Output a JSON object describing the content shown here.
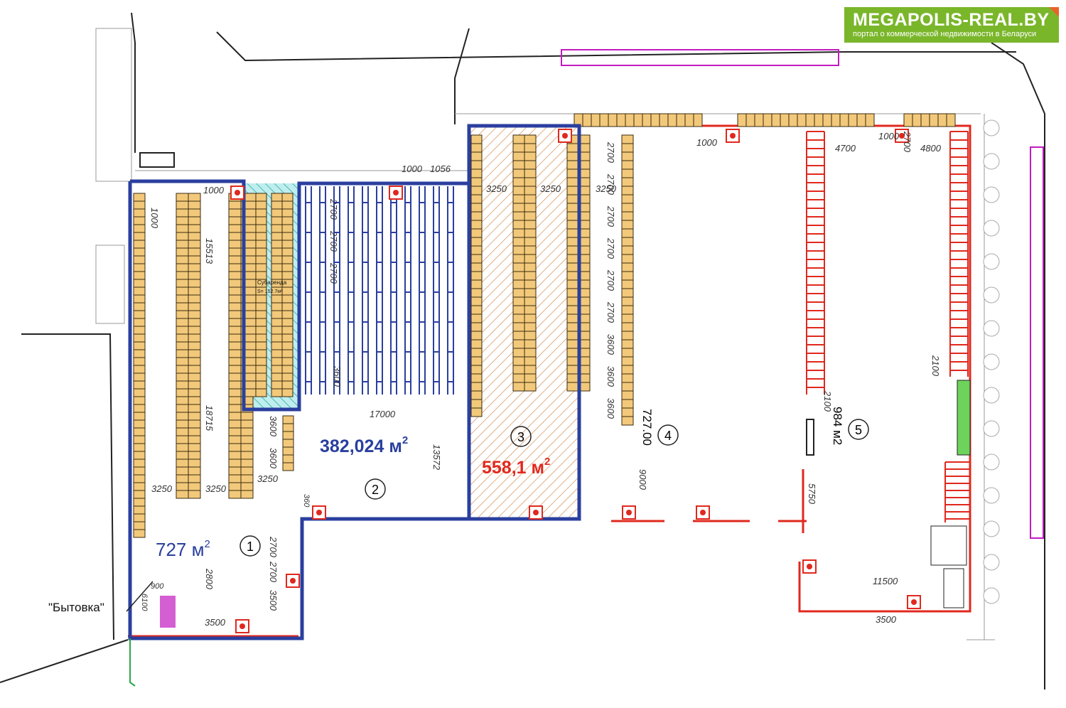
{
  "brand": {
    "title": "MEGAPOLIS-REAL.BY",
    "subtitle": "портал о коммерческой недвижимости в Беларуси",
    "color": "#7ab62a"
  },
  "zones": [
    {
      "number": "1",
      "area": "727 м",
      "sup": "2"
    },
    {
      "number": "2",
      "area": "382,024 м",
      "sup": "2"
    },
    {
      "number": "3",
      "area": "558,1 м",
      "sup": "2"
    },
    {
      "number": "4",
      "area": "727.00"
    },
    {
      "number": "5",
      "area": "984 м2"
    }
  ],
  "labels": {
    "bytovka": "\"Бытовка\"",
    "subarenda": "Субаренда",
    "subarenda_area": "S= 152.7м²"
  },
  "dimensions": {
    "d1000": "1000",
    "d15513": "15513",
    "d18715": "18715",
    "d3250": "3250",
    "d3600": "3600",
    "d3500": "3500",
    "d2700": "2700",
    "d2800": "2800",
    "d17000": "17000",
    "d13572": "13572",
    "d1056": "1056",
    "d2100": "2100",
    "d4700": "4700",
    "d4800": "4800",
    "d9000": "9000",
    "d5750": "5750",
    "d11500": "11500",
    "d6100": "6100",
    "d900": "900",
    "d360": "360"
  },
  "colors": {
    "zone_border": "#2a3f9e",
    "racking": "#f2c97a",
    "racking_stroke": "#3a2a10",
    "red": "#e0281e",
    "magenta": "#c21bc0",
    "sublease": "#7fd6d2",
    "hatch": "#d99a66"
  }
}
